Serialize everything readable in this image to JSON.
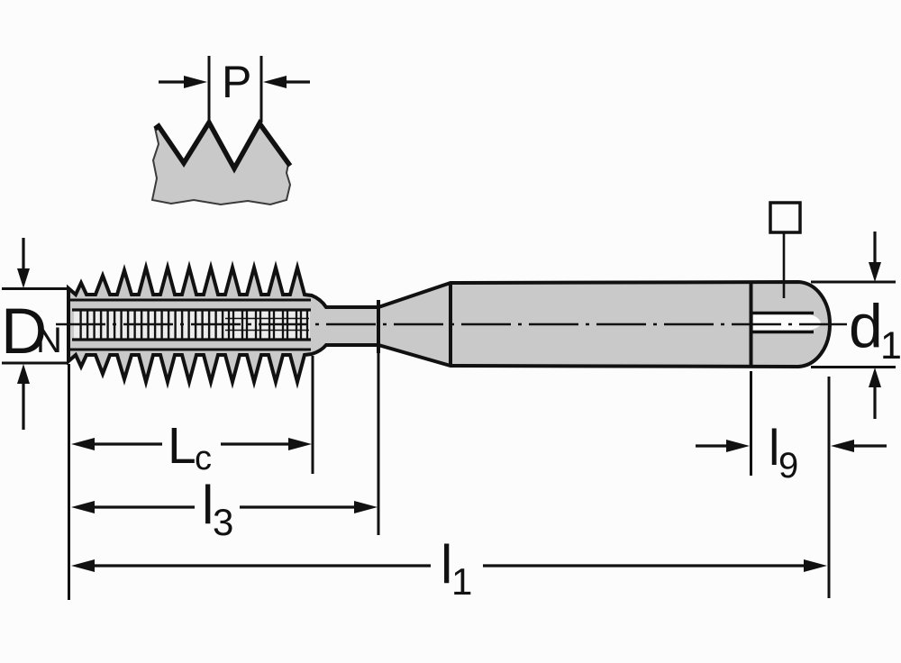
{
  "labels": {
    "pitch": {
      "main": "P",
      "sub": ""
    },
    "nominal_diameter": {
      "main": "D",
      "sub": "N"
    },
    "shank_diameter": {
      "main": "d",
      "sub": "1"
    },
    "thread_length": {
      "main": "L",
      "sub": "c"
    },
    "length_to_neck": {
      "main": "l",
      "sub": "3"
    },
    "overall_length": {
      "main": "l",
      "sub": "1"
    },
    "square_length": {
      "main": "l",
      "sub": "9"
    }
  },
  "colors": {
    "body_fill": "#c9c9c9",
    "line": "#111111",
    "background": "#fcfcfc"
  }
}
